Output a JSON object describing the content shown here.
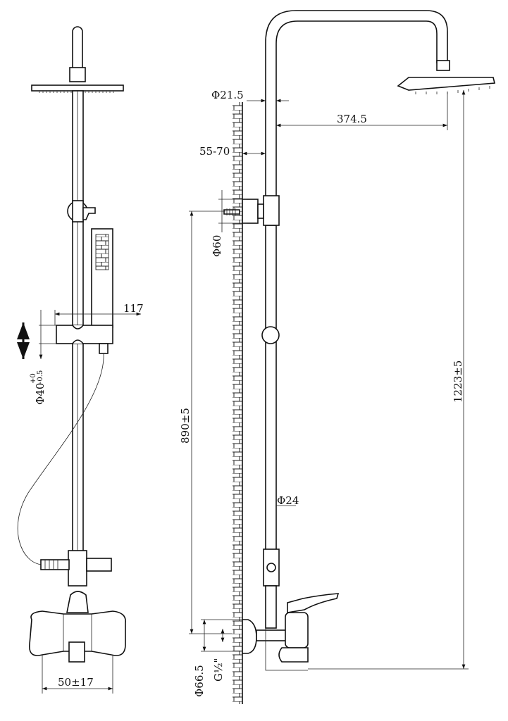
{
  "title": "Shower column technical drawing",
  "colors": {
    "line": "#111111",
    "background": "#ffffff"
  },
  "dimensions": {
    "pipe_diameter_top": "Φ21.5",
    "arm_length": "374.5",
    "wall_distance": "55-70",
    "bracket_diameter": "Φ60",
    "outlet_height": "890±5",
    "total_height": "1223±5",
    "pipe_diameter": "Φ24",
    "hand_shower_offset": "117",
    "slide_range": "Φ40",
    "slide_tol_upper": "+0",
    "slide_tol_lower": "-0.5",
    "mixer_spacing": "50±17",
    "flange_diameter": "Φ66.5",
    "thread": "G½\""
  }
}
